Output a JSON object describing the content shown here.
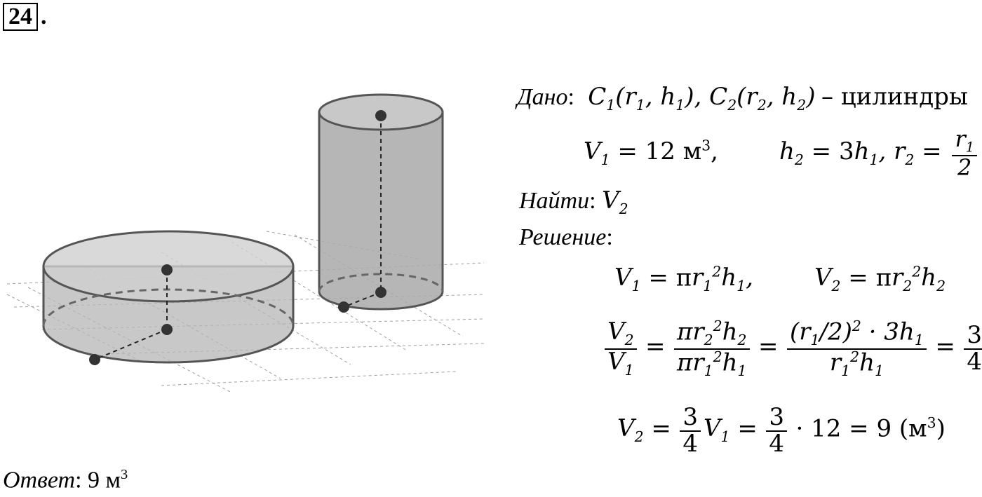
{
  "header": {
    "problem_number": "24",
    "dot": "."
  },
  "given": {
    "label": "Дано",
    "colon": ":",
    "c1": "C",
    "c1_args": "(r",
    "c2": "C",
    "tail": "– цилиндры",
    "v1_value": "= 12 м",
    "h2_expr": "= 3h",
    "r2_expr": "= "
  },
  "find": {
    "label": "Найти",
    "colon": ":",
    "target": "V"
  },
  "solution": {
    "label": "Решение",
    "colon": ":",
    "final_value": "· 12 = 9 (м"
  },
  "answer": {
    "label": "Ответ",
    "colon": ":",
    "value": "9 м",
    "unit_exp": "3"
  },
  "colors": {
    "cylinder_fill": "#b8b8b8",
    "cylinder_stroke": "#5a5a5a",
    "grid": "#9a9a9a",
    "point": "#333333"
  }
}
